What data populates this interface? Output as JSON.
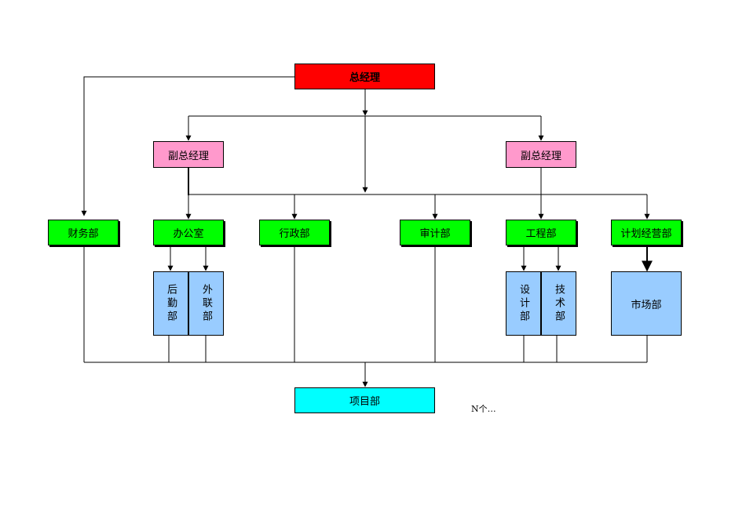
{
  "org": {
    "general_manager": "总经理",
    "deputy_left": "副总经理",
    "deputy_right": "副总经理",
    "finance": "财务部",
    "office": "办公室",
    "admin": "行政部",
    "audit": "审计部",
    "engineering": "工程部",
    "planning": "计划经营部",
    "logistics": "后勤部",
    "liaison": "外联部",
    "design": "设计部",
    "technical": "技术部",
    "market": "市场部",
    "project": "项目部",
    "note": "N个…"
  },
  "colors": {
    "top": "#ff0000",
    "deputy": "#ff99cc",
    "department": "#00ff00",
    "sub_department": "#99ccff",
    "project": "#00ffff"
  }
}
